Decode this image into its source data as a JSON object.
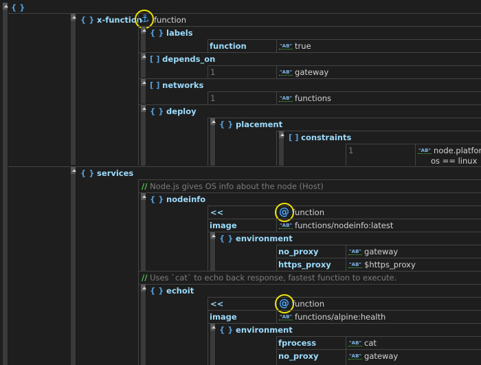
{
  "root": {
    "brace": "{ }"
  },
  "xfunction": {
    "key": "x-function",
    "anchor_value": "function",
    "labels": {
      "key": "labels",
      "rows": [
        {
          "key": "function",
          "value": "true"
        }
      ]
    },
    "depends_on": {
      "key": "depends_on",
      "rows": [
        {
          "index": "1",
          "value": "gateway"
        }
      ]
    },
    "networks": {
      "key": "networks",
      "rows": [
        {
          "index": "1",
          "value": "functions"
        }
      ]
    },
    "deploy": {
      "key": "deploy",
      "placement": {
        "key": "placement",
        "constraints": {
          "key": "constraints",
          "rows": [
            {
              "index": "1",
              "value_line1": "node.platform",
              "value_line2": "os == linux"
            }
          ]
        }
      }
    }
  },
  "services": {
    "key": "services",
    "comment1": "Node.js gives OS info about the node (Host)",
    "nodeinfo": {
      "key": "nodeinfo",
      "merge_key": "<<",
      "merge_value": "function",
      "image_key": "image",
      "image_value": "functions/nodeinfo:latest",
      "environment": {
        "key": "environment",
        "rows": [
          {
            "key": "no_proxy",
            "value": "gateway"
          },
          {
            "key": "https_proxy",
            "value": "$https_proxy"
          }
        ]
      }
    },
    "comment2": "Uses `cat` to echo back response, fastest function to execute.",
    "echoit": {
      "key": "echoit",
      "merge_key": "<<",
      "merge_value": "function",
      "image_key": "image",
      "image_value": "functions/alpine:health",
      "environment": {
        "key": "environment",
        "rows": [
          {
            "key": "fprocess",
            "value": "cat"
          },
          {
            "key": "no_proxy",
            "value": "gateway"
          }
        ]
      }
    }
  },
  "labels_common": {
    "object_brace": "{ }",
    "array_brace": "[ ]",
    "comment_slashes": "//",
    "string_icon": "\"AB\""
  },
  "icons": {
    "anchor": "anchor-icon",
    "alias": "at-alias-icon",
    "highlight_color": "#f2e600"
  }
}
